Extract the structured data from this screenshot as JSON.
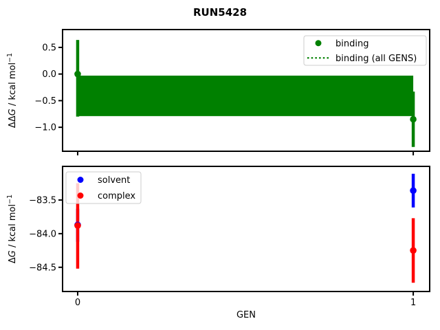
{
  "title": "RUN5428",
  "colors": {
    "binding": "#008000",
    "solvent": "#0000ff",
    "complex": "#ff0000",
    "axis": "#000000",
    "legend_border": "#cccccc",
    "background": "#ffffff"
  },
  "chart_data": [
    {
      "type": "scatter",
      "subtype": "errorbar",
      "title": "",
      "xlabel": "",
      "ylabel": "ΔΔG / kcal mol⁻¹",
      "ylabel_parts": [
        {
          "t": "ΔΔ"
        },
        {
          "t": "G",
          "italic": true
        },
        {
          "t": " / kcal mol"
        },
        {
          "t": "−1",
          "sup": true
        }
      ],
      "xlim": [
        -0.045,
        1.049
      ],
      "ylim": [
        -1.45,
        0.835
      ],
      "xticks": [
        0,
        1
      ],
      "xticklabels": [
        "",
        ""
      ],
      "yticks": [
        0.5,
        0.0,
        -0.5,
        -1.0
      ],
      "yticklabels": [
        "0.5",
        "0.0",
        "−0.5",
        "−1.0"
      ],
      "grid": false,
      "legend": {
        "position": "upper right",
        "entries": [
          {
            "label": "binding",
            "marker": "dot",
            "color": "#008000"
          },
          {
            "label": "binding (all GENS)",
            "marker": "dotted-line",
            "color": "#008000"
          }
        ]
      },
      "series": [
        {
          "name": "binding (all GENS)",
          "type": "band",
          "color": "#008000",
          "x": [
            0,
            1
          ],
          "center": -0.4,
          "hi": -0.03,
          "lo": -0.79,
          "line_style": "dotted"
        },
        {
          "name": "binding",
          "type": "errorbar",
          "color": "#008000",
          "points": [
            {
              "x": 0,
              "y": 0.0,
              "lo": -0.8,
              "hi": 0.64
            },
            {
              "x": 1,
              "y": -0.85,
              "lo": -1.37,
              "hi": -0.33
            }
          ]
        }
      ]
    },
    {
      "type": "scatter",
      "subtype": "errorbar",
      "title": "",
      "xlabel": "GEN",
      "ylabel": "ΔG / kcal mol⁻¹",
      "ylabel_parts": [
        {
          "t": "Δ"
        },
        {
          "t": "G",
          "italic": true
        },
        {
          "t": " / kcal mol"
        },
        {
          "t": "−1",
          "sup": true
        }
      ],
      "xlim": [
        -0.045,
        1.049
      ],
      "ylim": [
        -84.86,
        -83.0
      ],
      "xticks": [
        0,
        1
      ],
      "xticklabels": [
        "0",
        "1"
      ],
      "yticks": [
        -83.5,
        -84.0,
        -84.5
      ],
      "yticklabels": [
        "−83.5",
        "−84.0",
        "−84.5"
      ],
      "grid": false,
      "legend": {
        "position": "upper left",
        "entries": [
          {
            "label": "solvent",
            "marker": "dot",
            "color": "#0000ff"
          },
          {
            "label": "complex",
            "marker": "dot",
            "color": "#ff0000"
          }
        ]
      },
      "series": [
        {
          "name": "solvent",
          "type": "errorbar",
          "color": "#0000ff",
          "points": [
            {
              "x": 0,
              "y": -83.87,
              "lo": -84.12,
              "hi": -83.63
            },
            {
              "x": 1,
              "y": -83.36,
              "lo": -83.61,
              "hi": -83.11
            }
          ]
        },
        {
          "name": "complex",
          "type": "errorbar",
          "color": "#ff0000",
          "points": [
            {
              "x": 0,
              "y": -83.88,
              "lo": -84.52,
              "hi": -83.25
            },
            {
              "x": 1,
              "y": -84.25,
              "lo": -84.73,
              "hi": -83.77
            }
          ]
        }
      ]
    }
  ]
}
